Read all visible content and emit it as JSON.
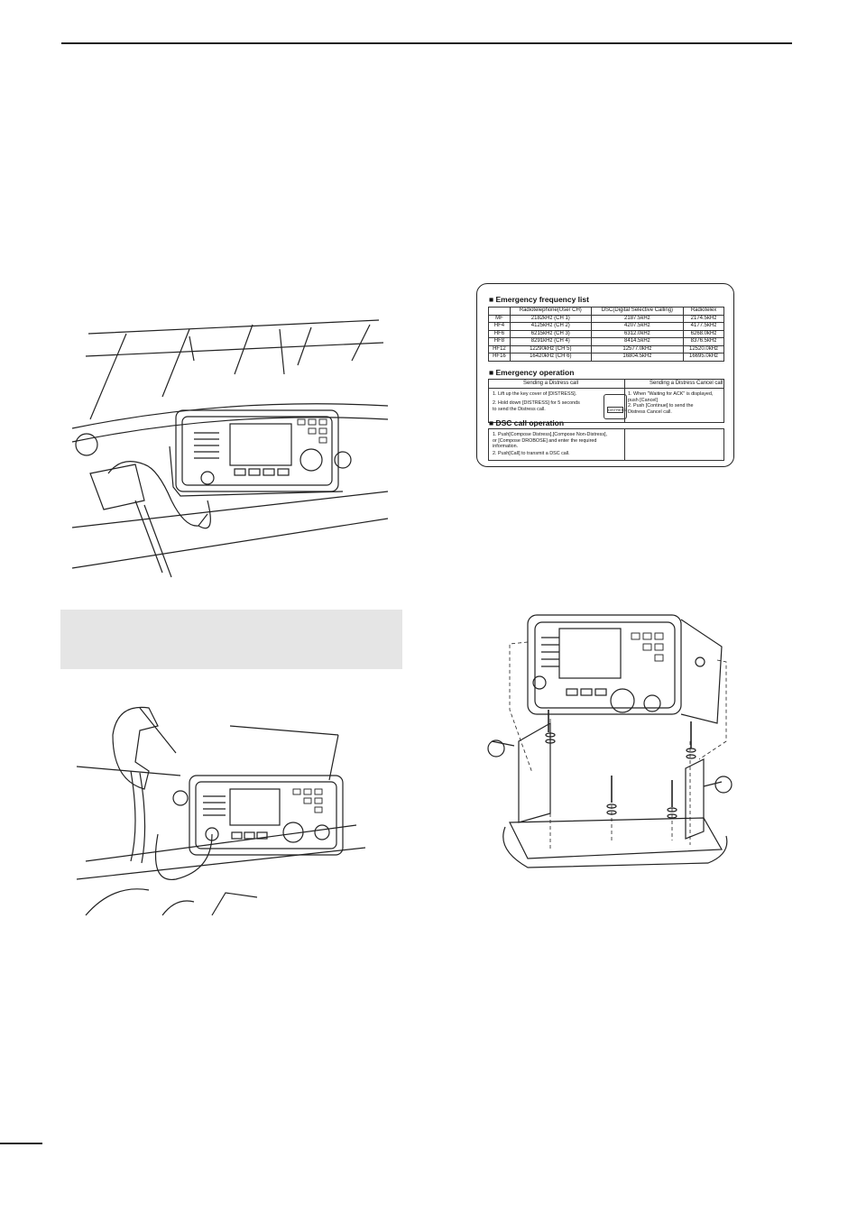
{
  "label_card": {
    "freq_title": "Emergency frequency list",
    "freq_headers": [
      "",
      "Radiotelephone(User CH)",
      "DSC(Digital Selective Calling)",
      "Radiotelex"
    ],
    "freq_rows": [
      [
        "MF",
        "2182kHz   (CH 1)",
        "2187.5kHz",
        "2174.5kHz"
      ],
      [
        "HF4",
        "4125kHz   (CH 2)",
        "4207.5kHz",
        "4177.5kHz"
      ],
      [
        "HF6",
        "6215kHz   (CH 3)",
        "6312.0kHz",
        "6268.0kHz"
      ],
      [
        "HF8",
        "8291kHz   (CH 4)",
        "8414.5kHz",
        "8376.5kHz"
      ],
      [
        "HF12",
        "12290kHz   (CH 5)",
        "12577.0kHz",
        "12520.0kHz"
      ],
      [
        "HF16",
        "16420kHz   (CH 6)",
        "16804.5kHz",
        "16695.0kHz"
      ]
    ],
    "op_title": "Emergency operation",
    "op_left_head": "Sending a Distress call",
    "op_right_head": "Sending a Distress Cancel call",
    "op_left_lines": [
      "1. Lift up the key cover of [DISTRESS].",
      "2. Hold down [DISTRESS] for 5 seconds",
      "    to send the Distress call."
    ],
    "distress_key": "DISTRESS",
    "op_right_lines": [
      "1. When \"Waiting for ACK\" is displayed,",
      "    push [Cancel]",
      "2. Push [Continue]       to send the",
      "    Distress Cancel call."
    ],
    "dsc_title": "DSC call operation",
    "dsc_lines": [
      "1. Push[Compose Distress],[Compose Non-Distress],",
      "    or [Compose DROBOSE]       and enter the required",
      "    information.",
      "2. Push[Call]       to transmit a DSC call."
    ]
  }
}
